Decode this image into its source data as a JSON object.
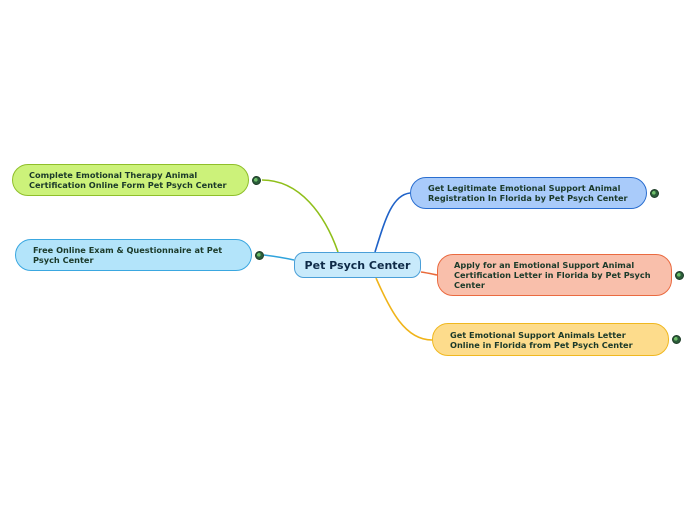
{
  "central": {
    "label": "Pet Psych Center",
    "color": "#c8eafb",
    "border": "#4a9fd8"
  },
  "topics": [
    {
      "id": "complete-form",
      "label": "Complete Emotional Therapy Animal Certification Online Form Pet Psych Center",
      "fill": "#ccf27a",
      "border": "#8fbf2a",
      "line": "#8fbf1a",
      "icon": "globe-link-icon"
    },
    {
      "id": "free-exam",
      "label": "Free Online Exam & Questionnaire at Pet Psych Center",
      "fill": "#b3e4fa",
      "border": "#3aa7e0",
      "line": "#2fa3dc",
      "icon": "globe-link-icon"
    },
    {
      "id": "legit-registration",
      "label": "Get Legitimate Emotional Support Animal Registration In Florida by Pet Psych Center",
      "fill": "#a9cbfa",
      "border": "#2a6ed0",
      "line": "#1f62c8",
      "icon": "globe-link-icon"
    },
    {
      "id": "apply-letter",
      "label": "Apply for an Emotional Support Animal Certification Letter in Florida by Pet Psych Center",
      "fill": "#f9bfab",
      "border": "#ea6a40",
      "line": "#ea6a3a",
      "icon": "globe-link-icon"
    },
    {
      "id": "get-letter",
      "label": "Get Emotional Support Animals Letter Online in Florida from Pet Psych Center",
      "fill": "#fddc8c",
      "border": "#f0b820",
      "line": "#f0b41a",
      "icon": "globe-link-icon"
    }
  ]
}
